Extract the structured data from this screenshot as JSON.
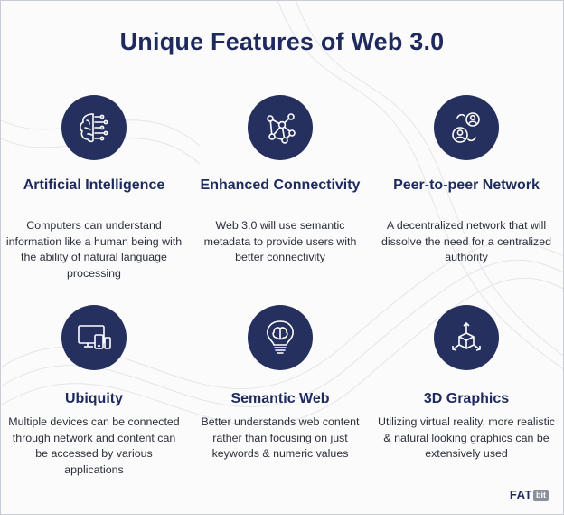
{
  "title": "Unique Features of Web 3.0",
  "colors": {
    "navy": "#26305e",
    "heading": "#1e2a5e",
    "text": "#2b2f3a"
  },
  "features": [
    {
      "heading": "Artificial Intelligence",
      "description": "Computers can understand information like a human being with the ability of natural language processing",
      "icon": "ai-brain-circuit-icon"
    },
    {
      "heading": "Enhanced Connectivity",
      "description": "Web 3.0 will use semantic metadata to provide users with better connectivity",
      "icon": "network-nodes-icon"
    },
    {
      "heading": "Peer-to-peer Network",
      "description": "A decentralized network that will dissolve the need for a centralized authority",
      "icon": "users-exchange-icon"
    },
    {
      "heading": "Ubiquity",
      "description": "Multiple devices can be connected through network and content can be accessed by various applications",
      "icon": "devices-icon"
    },
    {
      "heading": "Semantic Web",
      "description": "Better understands web content rather than focusing on just keywords & numeric values",
      "icon": "brain-lightbulb-icon"
    },
    {
      "heading": "3D Graphics",
      "description": "Utilizing virtual reality, more realistic & natural looking graphics can be extensively used",
      "icon": "3d-cube-icon"
    }
  ],
  "logo": {
    "part1": "FAT",
    "part2": "bit"
  }
}
